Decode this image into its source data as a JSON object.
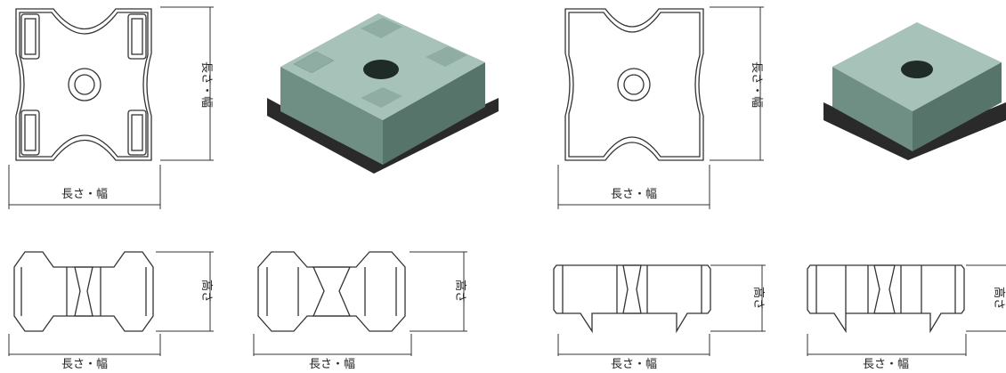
{
  "labels": {
    "length_width": "長さ・幅",
    "height": "高さ"
  },
  "colors": {
    "line": "#333333",
    "block_top": "#9dbab0",
    "block_side": "#6f8f84",
    "block_dark": "#4f6a61",
    "shadow": "#2a2a2a"
  },
  "variants": [
    {
      "id": "block-with-bosses"
    },
    {
      "id": "block-plain"
    }
  ]
}
